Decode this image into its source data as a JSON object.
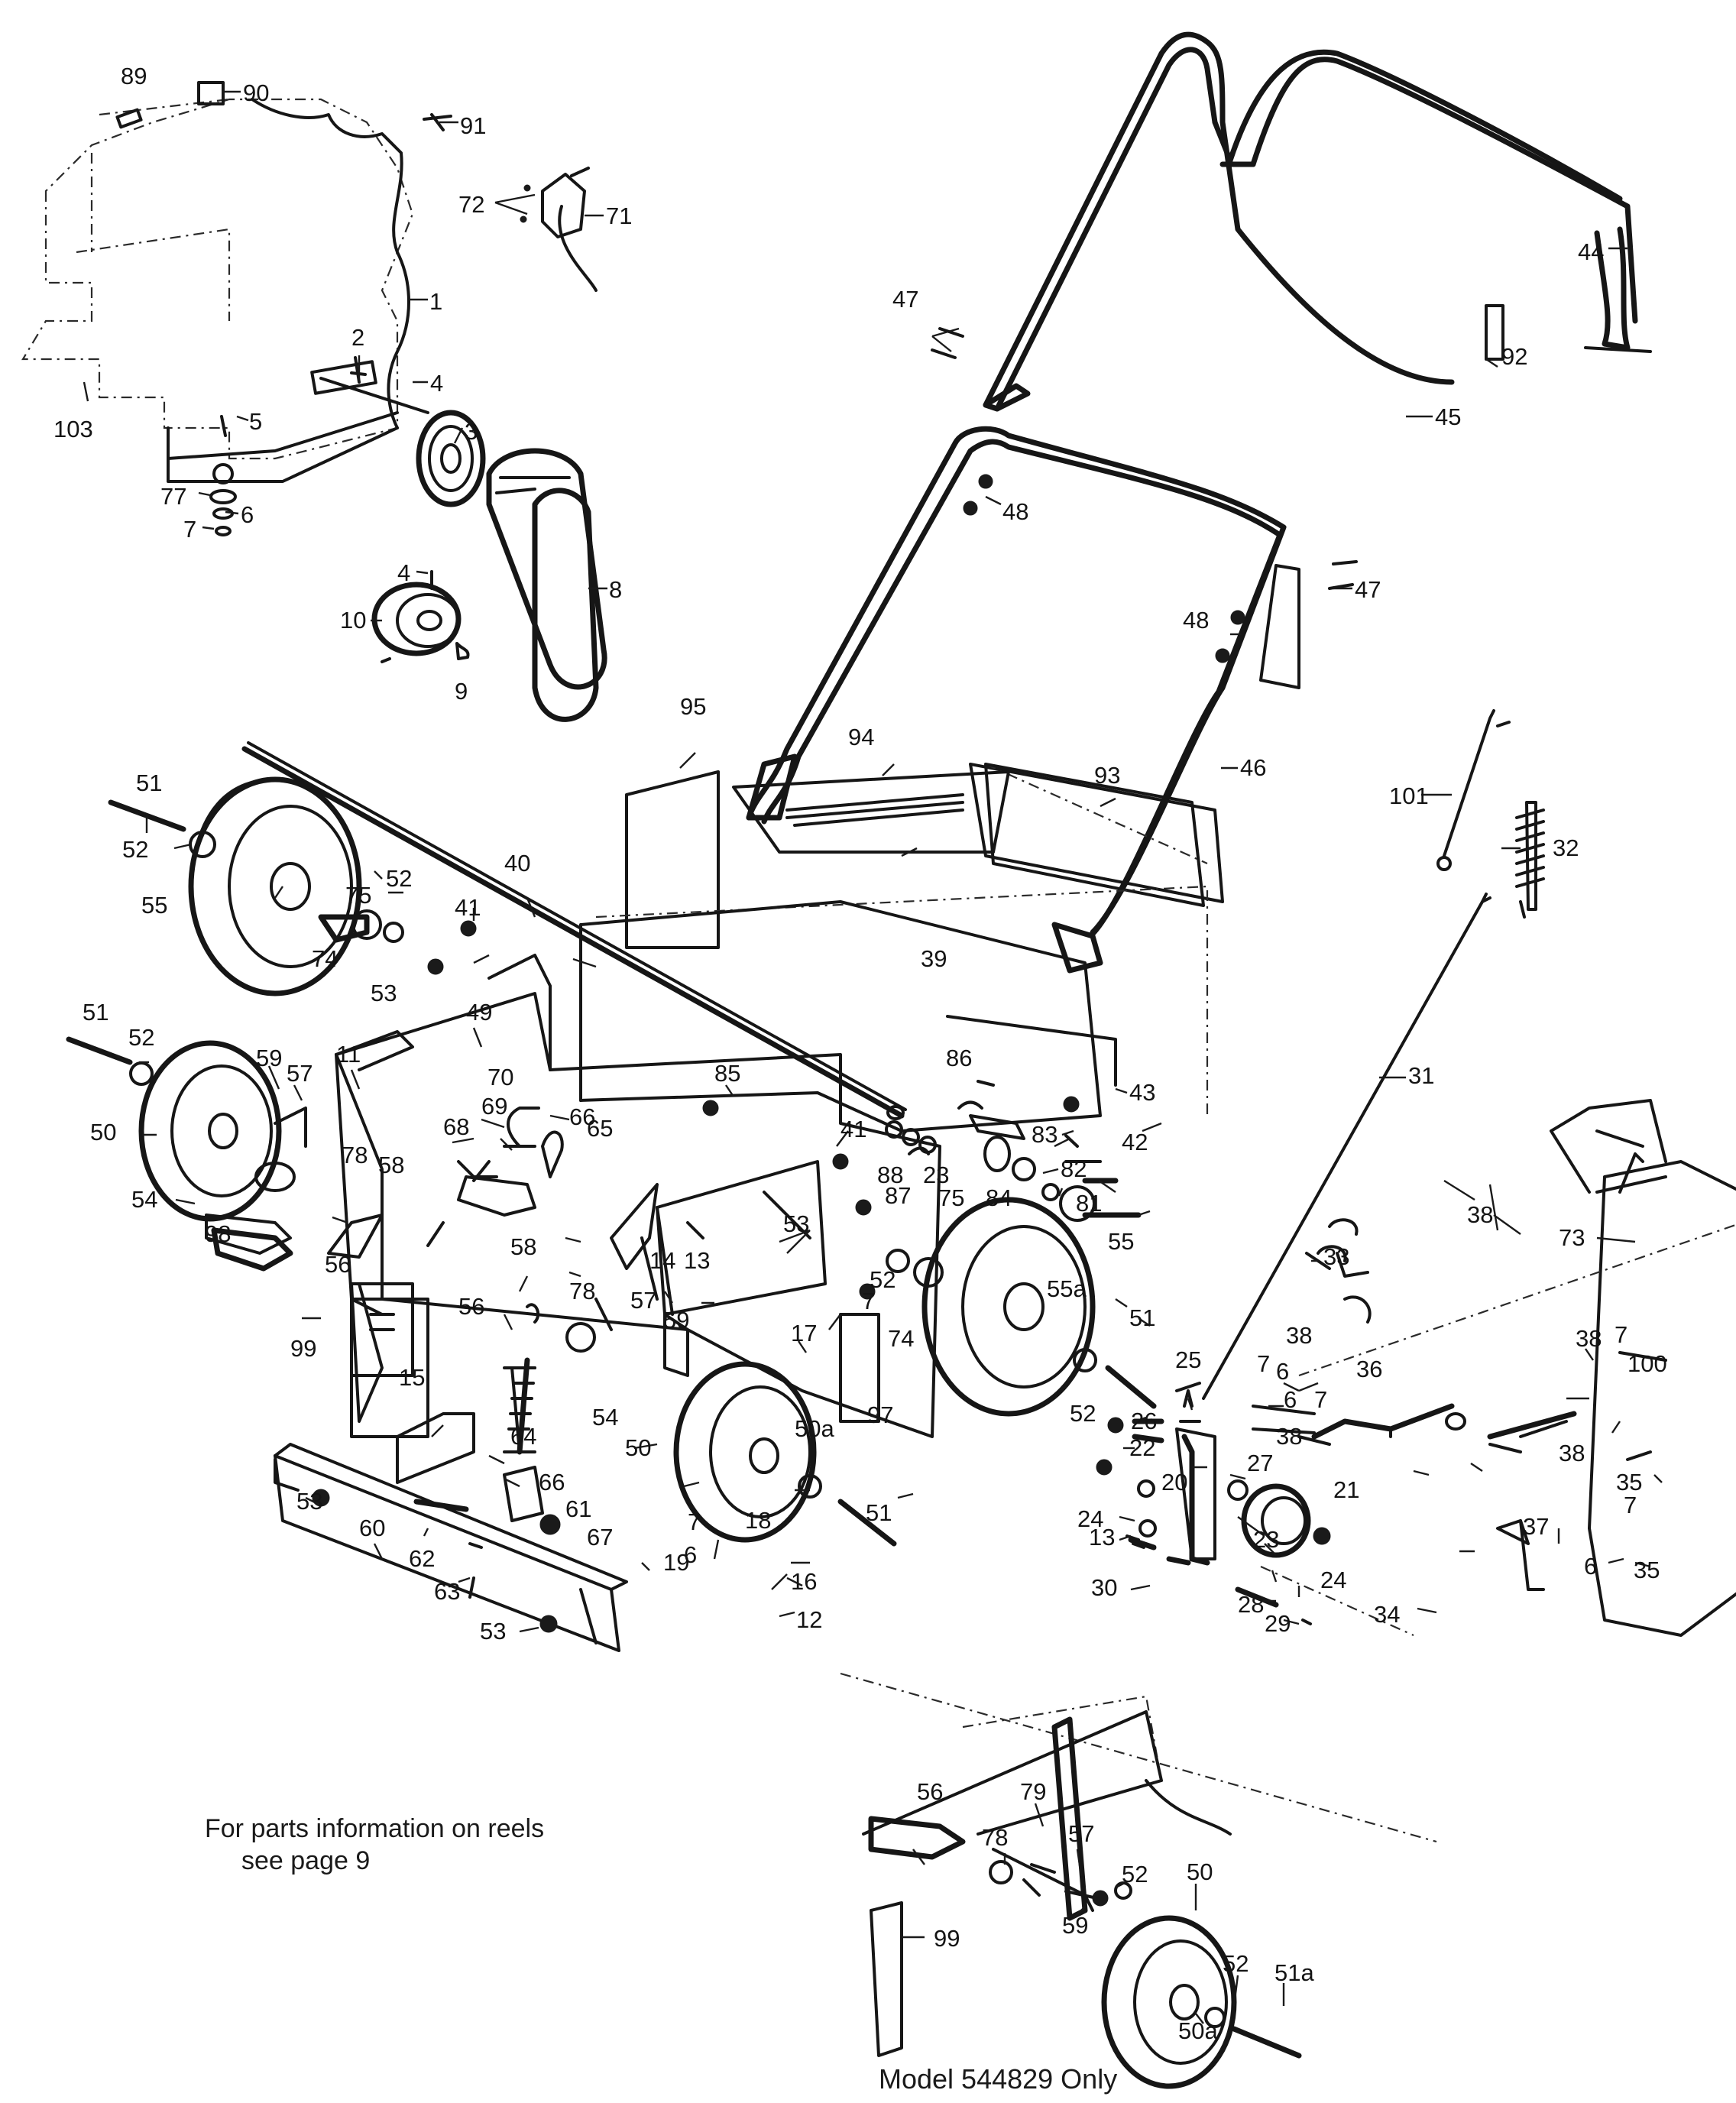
{
  "diagram": {
    "notes": {
      "reels_line1": "For parts information on reels",
      "reels_line2": "see page 9",
      "model": "Model 544829 Only"
    },
    "callouts": [
      {
        "id": "c89",
        "label": "89"
      },
      {
        "id": "c90",
        "label": "90"
      },
      {
        "id": "c91",
        "label": "91"
      },
      {
        "id": "c72",
        "label": "72"
      },
      {
        "id": "c71",
        "label": "71"
      },
      {
        "id": "c1",
        "label": "1"
      },
      {
        "id": "c2",
        "label": "2"
      },
      {
        "id": "c4a",
        "label": "4"
      },
      {
        "id": "c5",
        "label": "5"
      },
      {
        "id": "c3",
        "label": "3"
      },
      {
        "id": "c103",
        "label": "103"
      },
      {
        "id": "c77",
        "label": "77"
      },
      {
        "id": "c6a",
        "label": "6"
      },
      {
        "id": "c7a",
        "label": "7"
      },
      {
        "id": "c4b",
        "label": "4"
      },
      {
        "id": "c10",
        "label": "10"
      },
      {
        "id": "c9",
        "label": "9"
      },
      {
        "id": "c8",
        "label": "8"
      },
      {
        "id": "c44",
        "label": "44"
      },
      {
        "id": "c47a",
        "label": "47"
      },
      {
        "id": "c92",
        "label": "92"
      },
      {
        "id": "c45",
        "label": "45"
      },
      {
        "id": "c48a",
        "label": "48"
      },
      {
        "id": "c47b",
        "label": "47"
      },
      {
        "id": "c48b",
        "label": "48"
      },
      {
        "id": "c95",
        "label": "95"
      },
      {
        "id": "c94",
        "label": "94"
      },
      {
        "id": "c93",
        "label": "93"
      },
      {
        "id": "c46",
        "label": "46"
      },
      {
        "id": "c101",
        "label": "101"
      },
      {
        "id": "c32",
        "label": "32"
      },
      {
        "id": "c51a",
        "label": "51"
      },
      {
        "id": "c52a",
        "label": "52"
      },
      {
        "id": "c55a",
        "label": "55"
      },
      {
        "id": "c75a",
        "label": "75"
      },
      {
        "id": "c52b",
        "label": "52"
      },
      {
        "id": "c41a",
        "label": "41"
      },
      {
        "id": "c40",
        "label": "40"
      },
      {
        "id": "c74a",
        "label": "74"
      },
      {
        "id": "c53a",
        "label": "53"
      },
      {
        "id": "c39",
        "label": "39"
      },
      {
        "id": "c51b",
        "label": "51"
      },
      {
        "id": "c52c",
        "label": "52"
      },
      {
        "id": "c11",
        "label": "11"
      },
      {
        "id": "c49",
        "label": "49"
      },
      {
        "id": "c31",
        "label": "31"
      },
      {
        "id": "c59a",
        "label": "59"
      },
      {
        "id": "c57a",
        "label": "57"
      },
      {
        "id": "c66a",
        "label": "66"
      },
      {
        "id": "c70",
        "label": "70"
      },
      {
        "id": "c85",
        "label": "85"
      },
      {
        "id": "c86",
        "label": "86"
      },
      {
        "id": "c43",
        "label": "43"
      },
      {
        "id": "c50a",
        "label": "50"
      },
      {
        "id": "c68",
        "label": "68"
      },
      {
        "id": "c69",
        "label": "69"
      },
      {
        "id": "c65",
        "label": "65"
      },
      {
        "id": "c41b",
        "label": "41"
      },
      {
        "id": "c83",
        "label": "83"
      },
      {
        "id": "c42",
        "label": "42"
      },
      {
        "id": "c78a",
        "label": "78"
      },
      {
        "id": "c58a",
        "label": "58"
      },
      {
        "id": "c88",
        "label": "88"
      },
      {
        "id": "c87",
        "label": "87"
      },
      {
        "id": "c23a",
        "label": "23"
      },
      {
        "id": "c82",
        "label": "82"
      },
      {
        "id": "c54a",
        "label": "54"
      },
      {
        "id": "c84",
        "label": "84"
      },
      {
        "id": "c81",
        "label": "81"
      },
      {
        "id": "c98",
        "label": "98"
      },
      {
        "id": "c56a",
        "label": "56"
      },
      {
        "id": "c53b",
        "label": "53"
      },
      {
        "id": "c75b",
        "label": "75"
      },
      {
        "id": "c55b",
        "label": "55"
      },
      {
        "id": "c38a",
        "label": "38"
      },
      {
        "id": "c73",
        "label": "73"
      },
      {
        "id": "c33",
        "label": "33"
      },
      {
        "id": "c58b",
        "label": "58"
      },
      {
        "id": "c14",
        "label": "14"
      },
      {
        "id": "c13a",
        "label": "13"
      },
      {
        "id": "c52d",
        "label": "52"
      },
      {
        "id": "c7b",
        "label": "7"
      },
      {
        "id": "c78b",
        "label": "78"
      },
      {
        "id": "c57b",
        "label": "57"
      },
      {
        "id": "c55c",
        "label": "55a"
      },
      {
        "id": "c99a",
        "label": "99"
      },
      {
        "id": "c56b",
        "label": "56"
      },
      {
        "id": "c59b",
        "label": "59"
      },
      {
        "id": "c17",
        "label": "17"
      },
      {
        "id": "c74b",
        "label": "74"
      },
      {
        "id": "c51c",
        "label": "51"
      },
      {
        "id": "c7c",
        "label": "7"
      },
      {
        "id": "c6b",
        "label": "6"
      },
      {
        "id": "c38b",
        "label": "38"
      },
      {
        "id": "c36",
        "label": "36"
      },
      {
        "id": "c38c",
        "label": "38"
      },
      {
        "id": "c7d",
        "label": "7"
      },
      {
        "id": "c100",
        "label": "100"
      },
      {
        "id": "c25",
        "label": "25"
      },
      {
        "id": "c15",
        "label": "15"
      },
      {
        "id": "c54b",
        "label": "54"
      },
      {
        "id": "c97",
        "label": "97"
      },
      {
        "id": "c52e",
        "label": "52"
      },
      {
        "id": "c26",
        "label": "26"
      },
      {
        "id": "c6c",
        "label": "6"
      },
      {
        "id": "c7e",
        "label": "7"
      },
      {
        "id": "c22",
        "label": "22"
      },
      {
        "id": "c38d",
        "label": "38"
      },
      {
        "id": "c64",
        "label": "64"
      },
      {
        "id": "c50b",
        "label": "50"
      },
      {
        "id": "c50c",
        "label": "50a"
      },
      {
        "id": "c27",
        "label": "27"
      },
      {
        "id": "c38e",
        "label": "38"
      },
      {
        "id": "c35a",
        "label": "35"
      },
      {
        "id": "c66b",
        "label": "66"
      },
      {
        "id": "c20",
        "label": "20"
      },
      {
        "id": "c21",
        "label": "21"
      },
      {
        "id": "c7f",
        "label": "7"
      },
      {
        "id": "c53c",
        "label": "53"
      },
      {
        "id": "c61",
        "label": "61"
      },
      {
        "id": "c51d",
        "label": "51"
      },
      {
        "id": "c24a",
        "label": "24"
      },
      {
        "id": "c37",
        "label": "37"
      },
      {
        "id": "c60",
        "label": "60"
      },
      {
        "id": "c7g",
        "label": "7"
      },
      {
        "id": "c18",
        "label": "18"
      },
      {
        "id": "c13b",
        "label": "13"
      },
      {
        "id": "c23b",
        "label": "23"
      },
      {
        "id": "c67",
        "label": "67"
      },
      {
        "id": "c62",
        "label": "62"
      },
      {
        "id": "c6d",
        "label": "6"
      },
      {
        "id": "c19",
        "label": "19"
      },
      {
        "id": "c35b",
        "label": "35"
      },
      {
        "id": "c6e",
        "label": "6"
      },
      {
        "id": "c24b",
        "label": "24"
      },
      {
        "id": "c30",
        "label": "30"
      },
      {
        "id": "c16",
        "label": "16"
      },
      {
        "id": "c63",
        "label": "63"
      },
      {
        "id": "c28",
        "label": "28"
      },
      {
        "id": "c34",
        "label": "34"
      },
      {
        "id": "c12",
        "label": "12"
      },
      {
        "id": "c53d",
        "label": "53"
      },
      {
        "id": "c29",
        "label": "29"
      },
      {
        "id": "c56c",
        "label": "56"
      },
      {
        "id": "c79",
        "label": "79"
      },
      {
        "id": "c78c",
        "label": "78"
      },
      {
        "id": "c57c",
        "label": "57"
      },
      {
        "id": "c52f",
        "label": "52"
      },
      {
        "id": "c50d",
        "label": "50"
      },
      {
        "id": "c59c",
        "label": "59"
      },
      {
        "id": "c99b",
        "label": "99"
      },
      {
        "id": "c52g",
        "label": "52"
      },
      {
        "id": "c51e",
        "label": "51a"
      },
      {
        "id": "c50e",
        "label": "50a"
      }
    ]
  }
}
